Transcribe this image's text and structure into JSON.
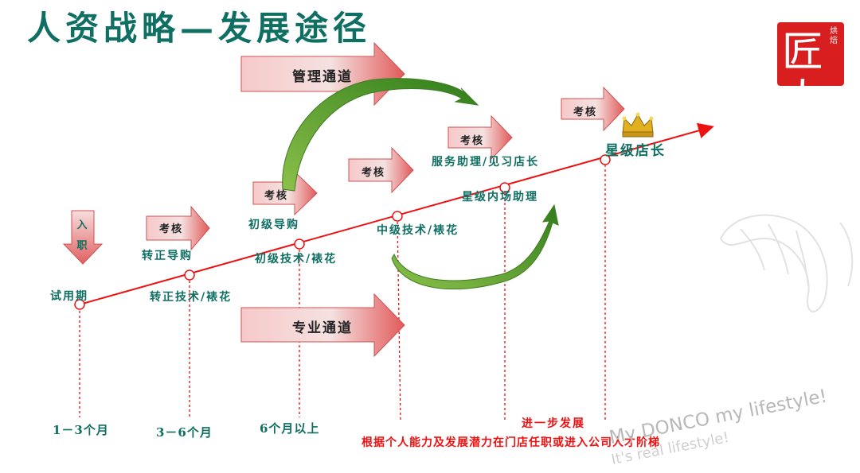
{
  "title": "人资战略—发展途径",
  "channels": {
    "management": "管理通道",
    "professional": "专业通道"
  },
  "exam_labels": [
    "考核",
    "考核",
    "考核",
    "考核",
    "考核"
  ],
  "entry_label": [
    "入",
    "职"
  ],
  "stages": {
    "probation": "试用期",
    "regular_path": "转正导购",
    "regular_tech": "转正技术/裱花",
    "junior_guide": "初级导购",
    "junior_tech": "初级技术/裱花",
    "mid_tech": "中级技术/裱花",
    "service_asst": "服务助理/见习店长",
    "star_inner_asst": "星级内场助理",
    "star_manager": "星级店长"
  },
  "durations": [
    "1－3个月",
    "3－6个月",
    "6个月以上"
  ],
  "further": "进一步发展",
  "note": "根据个人能力及发展潜力在门店任职或进入公司人才阶梯",
  "logo": {
    "main": "匠人",
    "side": "烘焙"
  },
  "watermark": {
    "line1": "My DONCO my lifestyle!",
    "line2": "It's real lifestyle!"
  },
  "colors": {
    "teal": "#0f6f63",
    "red": "#ee1111",
    "green": "#5aa02c"
  }
}
